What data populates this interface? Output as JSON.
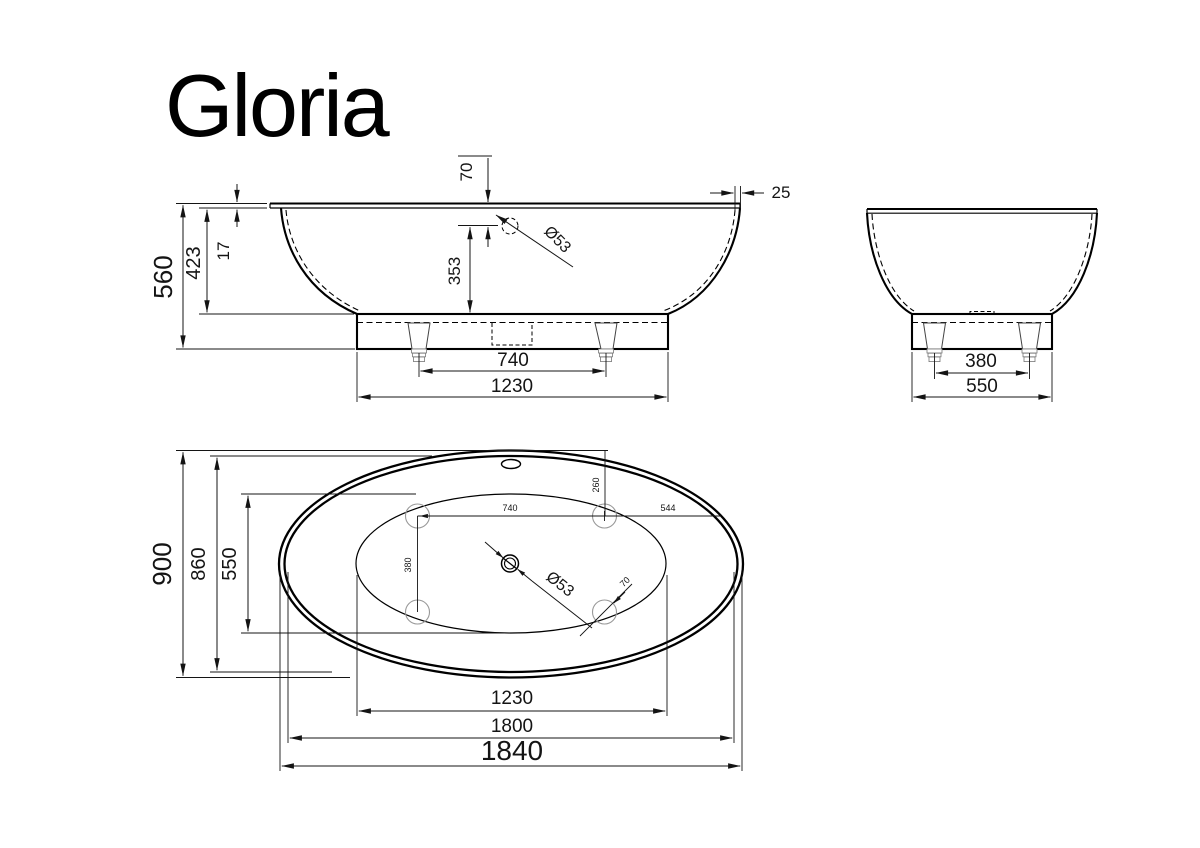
{
  "title": "Gloria",
  "side": {
    "overall_height": "560",
    "depth_to_rim": "423",
    "rim_height": "17",
    "rim_to_drain": "70",
    "drain_to_base": "353",
    "drain_dia": "Ø53",
    "rim_width": "25",
    "feet_pitch": "740",
    "base_length": "1230"
  },
  "end": {
    "feet_pitch": "380",
    "base_width": "550"
  },
  "plan": {
    "overall_width": "900",
    "rim_inner_width": "860",
    "bottom_width": "550",
    "bottom_length": "1230",
    "rim_inner_length": "1800",
    "overall_length": "1840",
    "feet_pitch_long": "740",
    "feet_pitch_cross": "380",
    "foot_to_end": "544",
    "edge_to_foot": "260",
    "foot_note": "70",
    "drain_dia": "Ø53"
  }
}
